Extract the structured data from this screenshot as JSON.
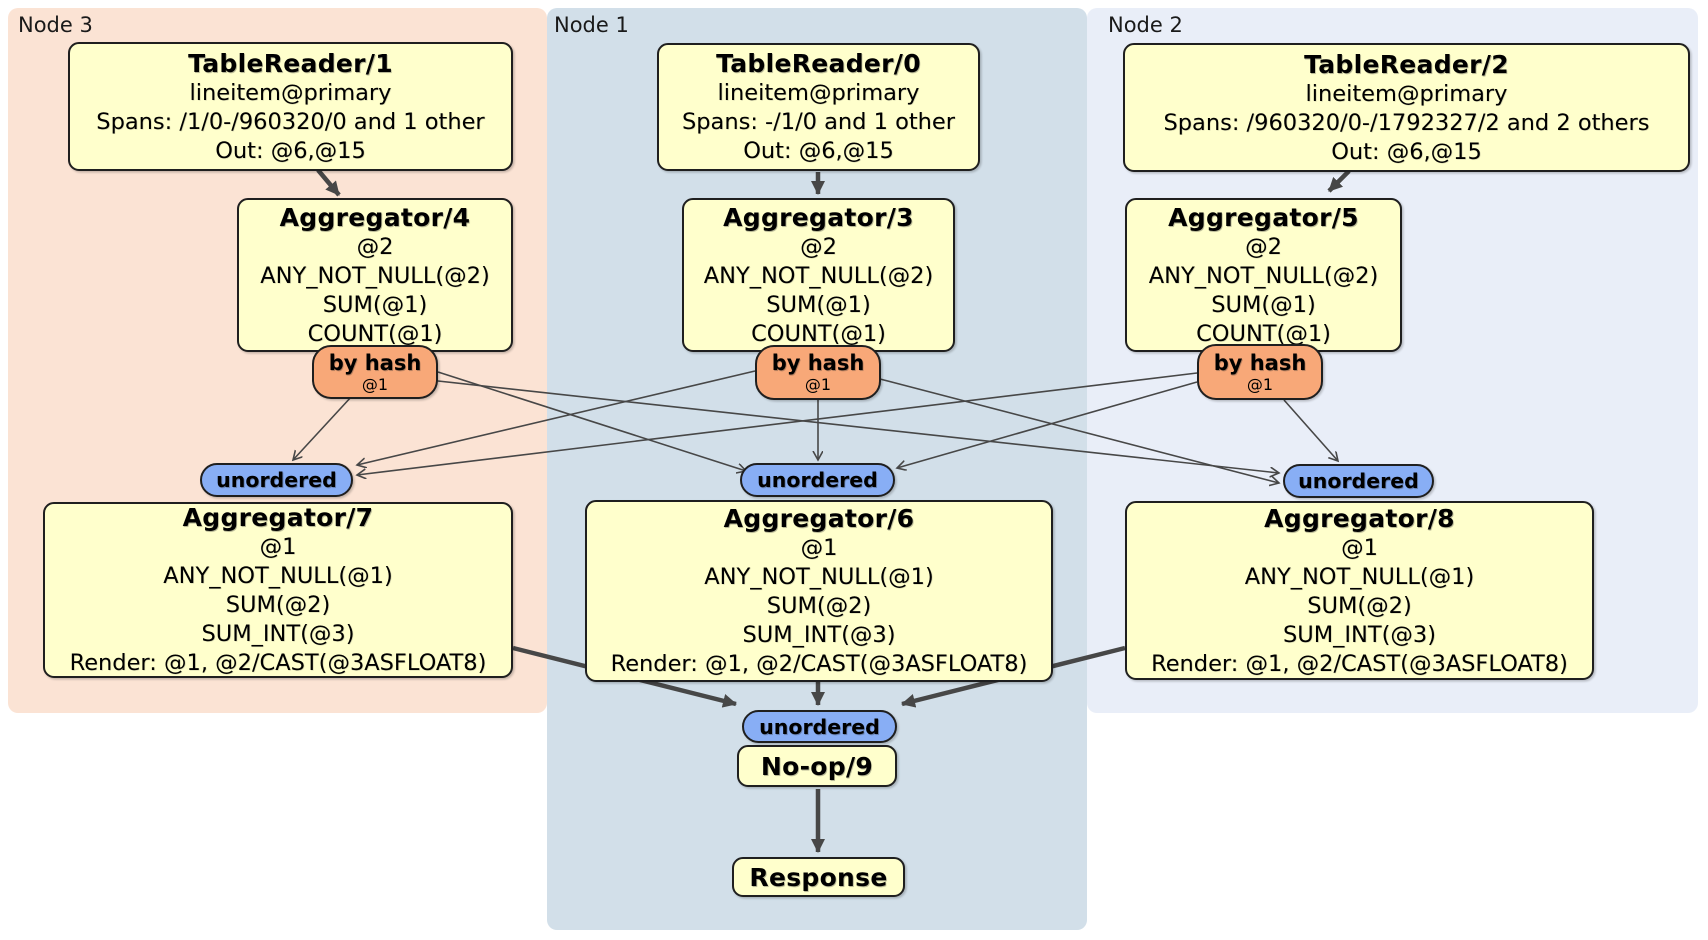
{
  "nodes": {
    "node3": {
      "label": "Node 3"
    },
    "node1": {
      "label": "Node 1"
    },
    "node2": {
      "label": "Node 2"
    }
  },
  "processors": {
    "tr1": {
      "title": "TableReader/1",
      "lines": [
        "lineitem@primary",
        "Spans: /1/0-/960320/0 and 1 other",
        "Out: @6,@15"
      ]
    },
    "tr0": {
      "title": "TableReader/0",
      "lines": [
        "lineitem@primary",
        "Spans: -/1/0 and 1 other",
        "Out: @6,@15"
      ]
    },
    "tr2": {
      "title": "TableReader/2",
      "lines": [
        "lineitem@primary",
        "Spans: /960320/0-/1792327/2 and 2 others",
        "Out: @6,@15"
      ]
    },
    "agg4": {
      "title": "Aggregator/4",
      "lines": [
        "@2",
        "ANY_NOT_NULL(@2)",
        "SUM(@1)",
        "COUNT(@1)"
      ]
    },
    "agg3": {
      "title": "Aggregator/3",
      "lines": [
        "@2",
        "ANY_NOT_NULL(@2)",
        "SUM(@1)",
        "COUNT(@1)"
      ]
    },
    "agg5": {
      "title": "Aggregator/5",
      "lines": [
        "@2",
        "ANY_NOT_NULL(@2)",
        "SUM(@1)",
        "COUNT(@1)"
      ]
    },
    "agg7": {
      "title": "Aggregator/7",
      "lines": [
        "@1",
        "ANY_NOT_NULL(@1)",
        "SUM(@2)",
        "SUM_INT(@3)",
        "Render: @1, @2/CAST(@3ASFLOAT8)"
      ]
    },
    "agg6": {
      "title": "Aggregator/6",
      "lines": [
        "@1",
        "ANY_NOT_NULL(@1)",
        "SUM(@2)",
        "SUM_INT(@3)",
        "Render: @1, @2/CAST(@3ASFLOAT8)"
      ]
    },
    "agg8": {
      "title": "Aggregator/8",
      "lines": [
        "@1",
        "ANY_NOT_NULL(@1)",
        "SUM(@2)",
        "SUM_INT(@3)",
        "Render: @1, @2/CAST(@3ASFLOAT8)"
      ]
    },
    "noop": {
      "title": "No-op/9"
    },
    "response": {
      "title": "Response"
    }
  },
  "routers": {
    "label": "by hash",
    "column": "@1"
  },
  "syncs": {
    "label": "unordered"
  },
  "colors": {
    "node3_bg": "#fbe3d4",
    "node1_bg": "#d2dfe9",
    "node2_bg": "#e9eef8",
    "box_bg": "#ffffcc",
    "router_bg": "#f8a878",
    "sync_bg": "#88aef5",
    "border_col": "#1f1f1f",
    "edge_col": "#474747"
  }
}
